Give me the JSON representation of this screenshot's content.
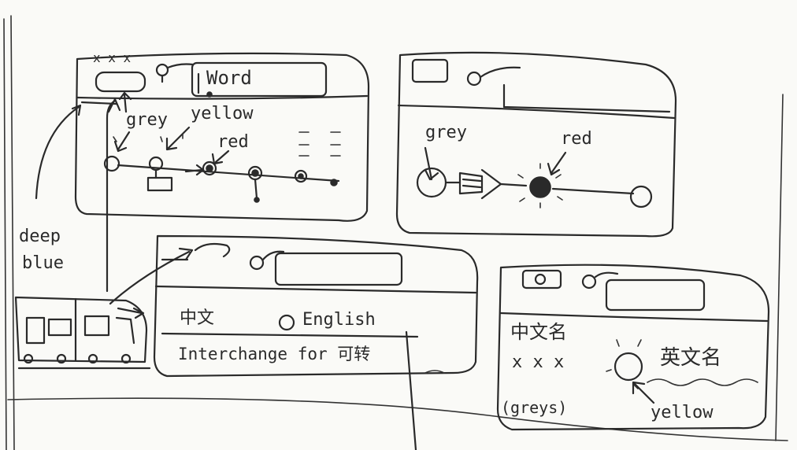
{
  "sketch": {
    "panel_tl": {
      "marks": "x x x",
      "field_text": "Word",
      "label_grey": "grey",
      "label_yellow": "yellow",
      "label_red": "red"
    },
    "panel_tr": {
      "label_grey": "grey",
      "label_red": "red"
    },
    "side": {
      "label_deep": "deep",
      "label_blue": "blue"
    },
    "panel_bc": {
      "left_label": "中文",
      "right_label": "English",
      "footer_text": "Interchange for 可转"
    },
    "panel_br": {
      "title": "中文名",
      "marks": "x x x",
      "english_label": "英文名",
      "label_greys": "(greys)",
      "label_yellow": "yellow"
    }
  }
}
